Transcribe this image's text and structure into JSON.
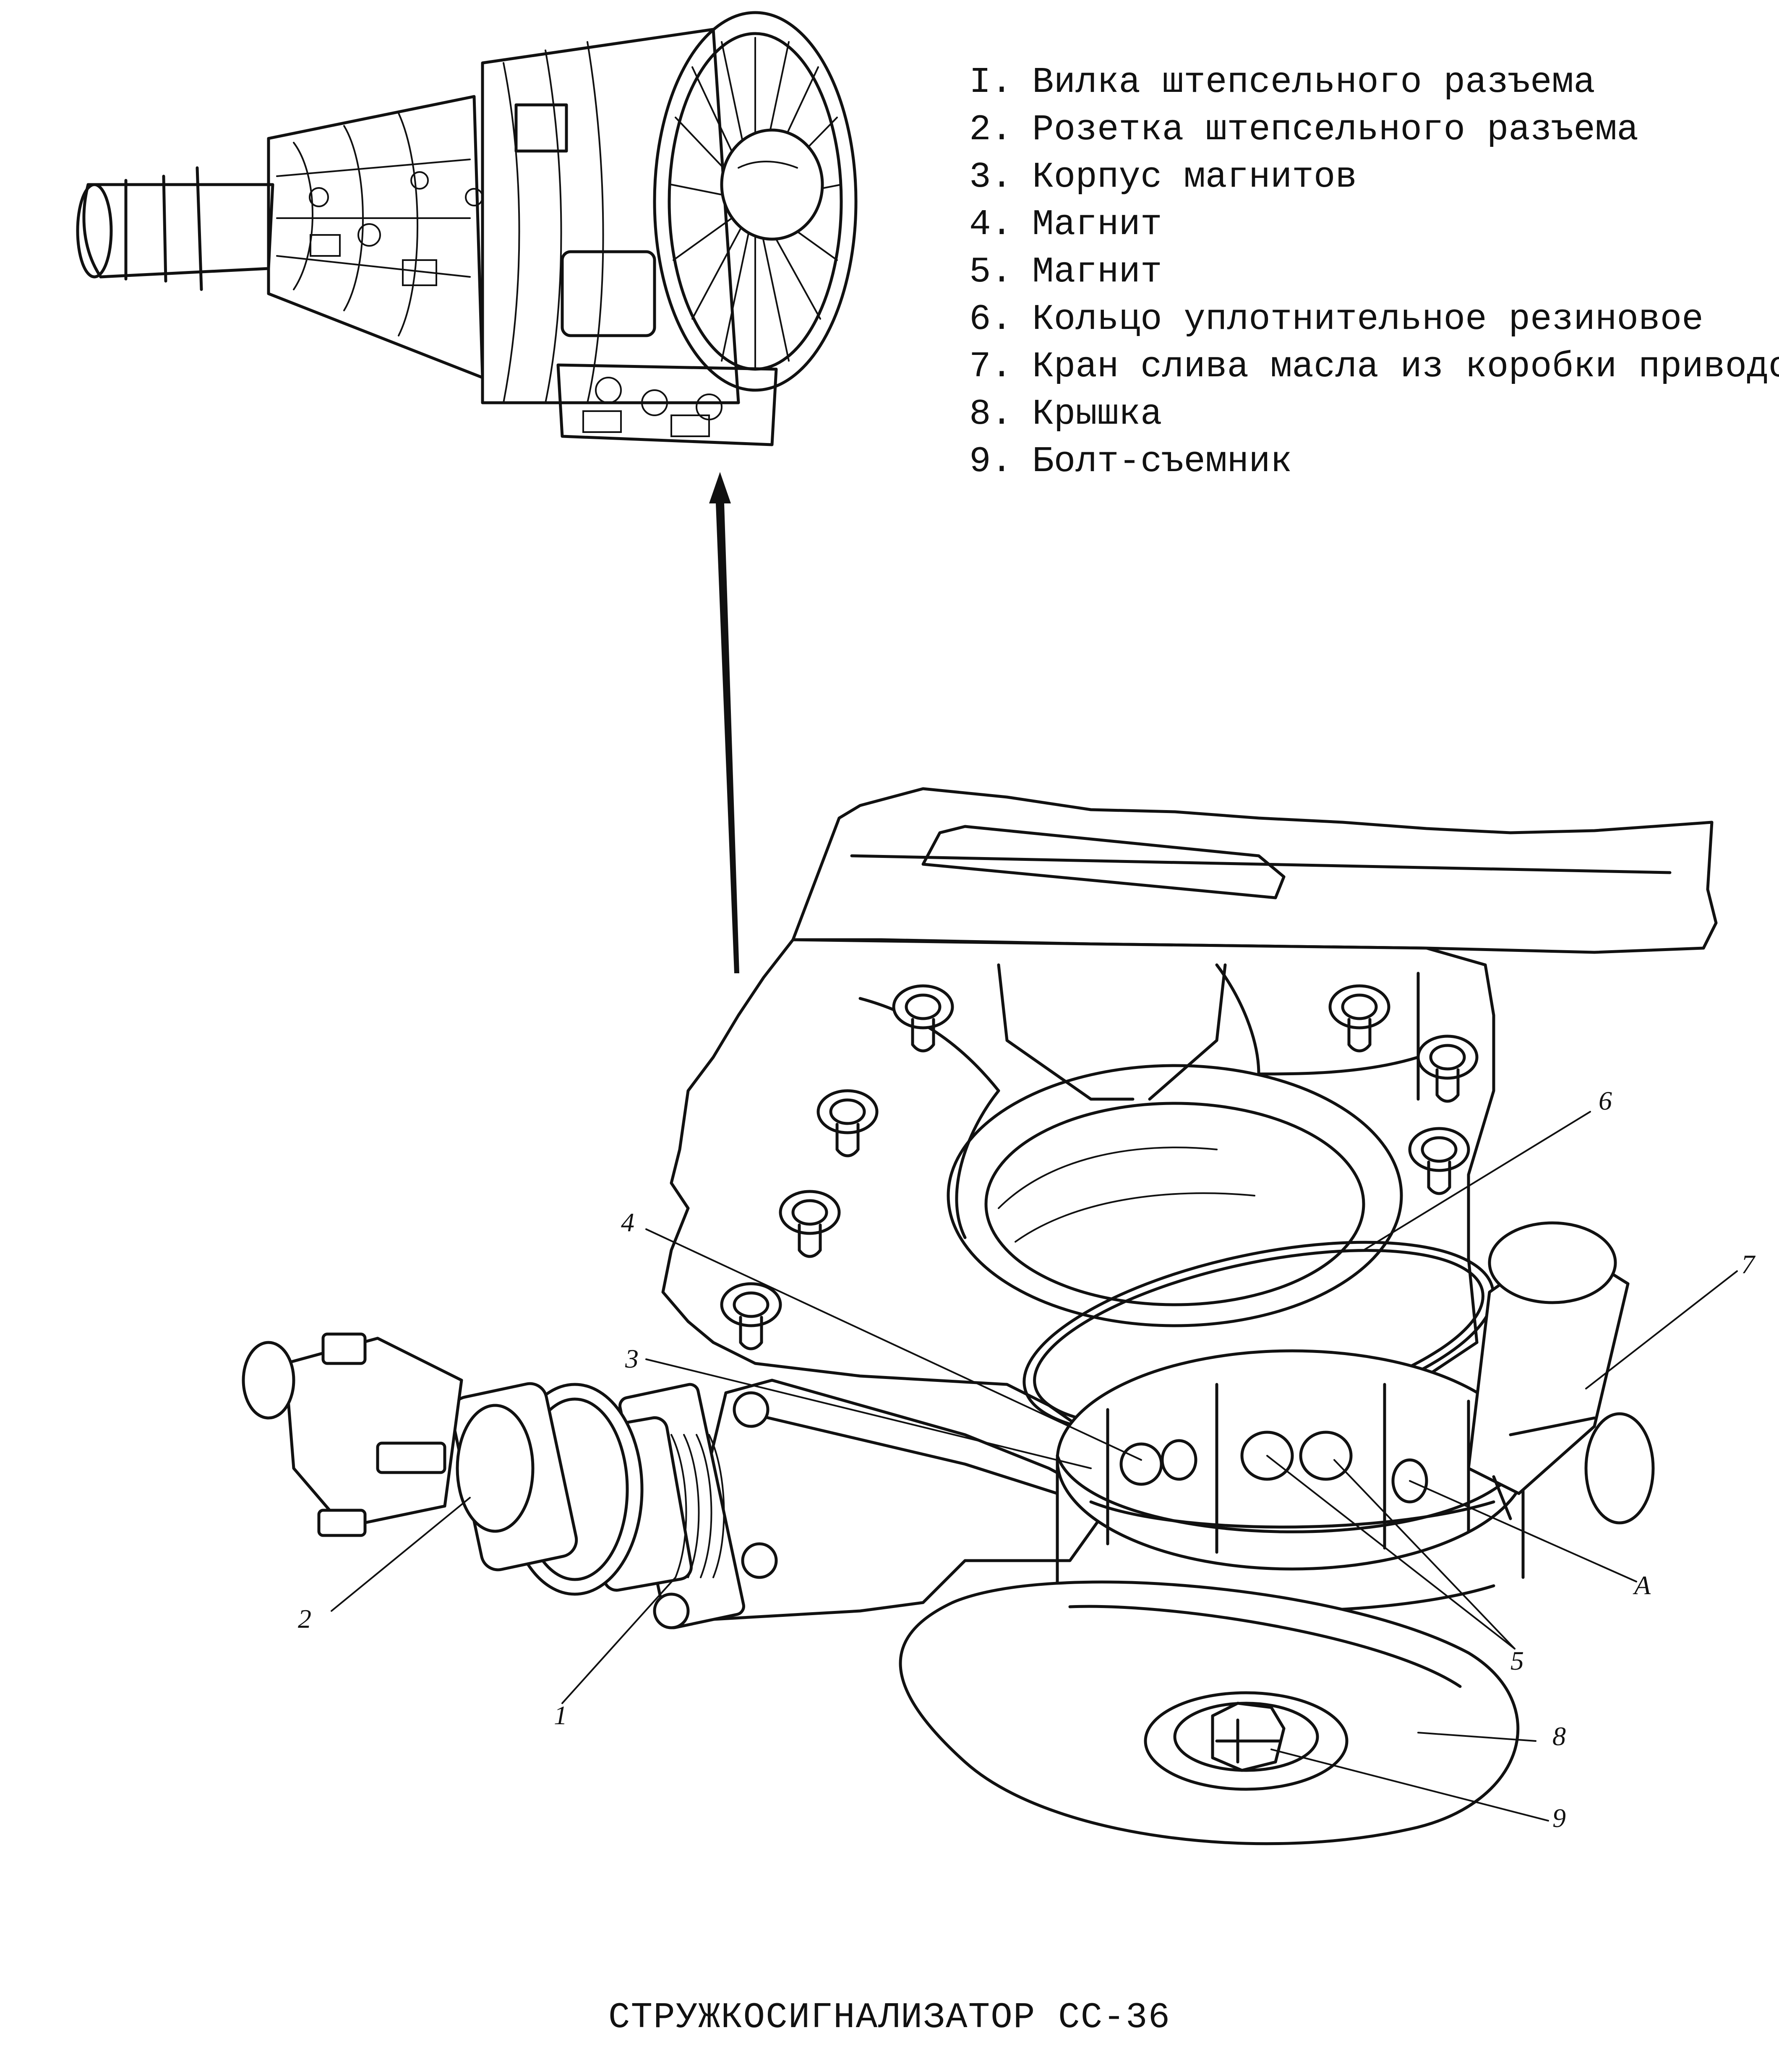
{
  "legend": [
    {
      "num": "I.",
      "text": "Вилка штепсельного разъема"
    },
    {
      "num": "2.",
      "text": "Розетка штепсельного разъема"
    },
    {
      "num": "3.",
      "text": "Корпус магнитов"
    },
    {
      "num": "4.",
      "text": "Магнит"
    },
    {
      "num": "5.",
      "text": "Магнит"
    },
    {
      "num": "6.",
      "text": "Кольцо уплотнительное резиновое"
    },
    {
      "num": "7.",
      "text": "Кран слива масла из коробки приводов"
    },
    {
      "num": "8.",
      "text": "Крышка"
    },
    {
      "num": "9.",
      "text": "Болт-съемник"
    }
  ],
  "callouts": {
    "c1": "1",
    "c2": "2",
    "c3": "3",
    "c4": "4",
    "c5": "5",
    "c6": "6",
    "c7": "7",
    "c8": "8",
    "c9": "9",
    "cA": "A"
  },
  "caption": "СТРУЖКОСИГНАЛИЗАТОР СС-36"
}
